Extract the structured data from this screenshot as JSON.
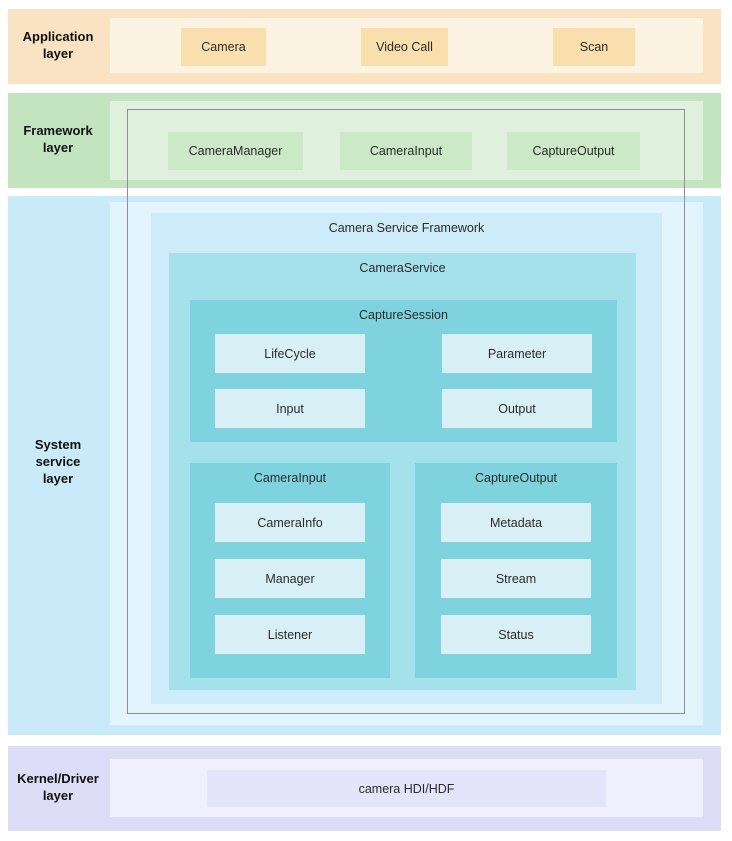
{
  "colors": {
    "app_band": "#FAE3C2",
    "app_inner": "#FDF3E3",
    "app_node": "#FADFAE",
    "fw_band": "#C2E5C0",
    "fw_inner": "#DFF1DC",
    "fw_node": "#CBE8C7",
    "sys_band": "#C9EAF8",
    "sys_inner": "#E2F4FD",
    "csf_panel": "#CDEBF8",
    "service_panel": "#A5E1EA",
    "session_panel": "#7FD3DE",
    "leaf_node": "#D8F0F5",
    "kernel_band": "#DDDDF8",
    "kernel_inner": "#EFEFFD",
    "kernel_node": "#E4E4FB",
    "outline_border": "#8F8F8F"
  },
  "layers": {
    "application": {
      "label": "Application\nlayer",
      "boxes": [
        "Camera",
        "Video Call",
        "Scan"
      ]
    },
    "framework": {
      "label": "Framework\nlayer",
      "boxes": [
        "CameraManager",
        "CameraInput",
        "CaptureOutput"
      ]
    },
    "system": {
      "label": "System\nservice\nlayer",
      "framework_title": "Camera Service Framework",
      "service_title": "CameraService",
      "capture_session": {
        "title": "CaptureSession",
        "left_column": [
          "LifeCycle",
          "Input"
        ],
        "right_column": [
          "Parameter",
          "Output"
        ]
      },
      "camera_input": {
        "title": "CameraInput",
        "children": [
          "CameraInfo",
          "Manager",
          "Listener"
        ]
      },
      "capture_output": {
        "title": "CaptureOutput",
        "children": [
          "Metadata",
          "Stream",
          "Status"
        ]
      }
    },
    "kernel": {
      "label": "Kernel/Driver\nlayer",
      "box": "camera HDI/HDF"
    }
  }
}
